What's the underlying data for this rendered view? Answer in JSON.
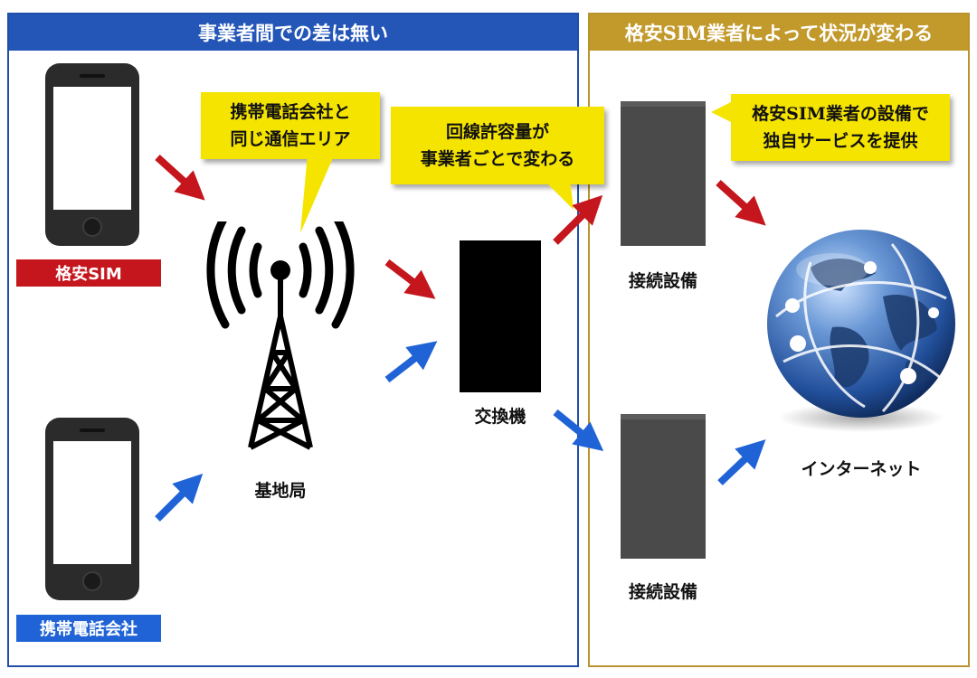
{
  "sections": {
    "left_header": "事業者間での差は無い",
    "right_header": "格安SIM業者によって状況が変わる"
  },
  "phones": {
    "mvno_label": "格安SIM",
    "carrier_label": "携帯電話会社"
  },
  "callouts": {
    "same_area": [
      "携帯電話会社と",
      "同じ通信エリア"
    ],
    "capacity": [
      "回線許容量が",
      "事業者ごとで変わる"
    ],
    "own_service": [
      "格安SIM業者の設備で",
      "独自サービスを提供"
    ]
  },
  "nodes": {
    "base_station": "基地局",
    "switch": "交換機",
    "connection_equipment_top": "接続設備",
    "connection_equipment_bottom": "接続設備",
    "internet": "インターネット"
  },
  "colors": {
    "left_section": "#2456b8",
    "right_section": "#c29a2c",
    "mvno_path": "#c4161c",
    "carrier_path": "#1f63d6",
    "callout": "#f5e400"
  },
  "icons": [
    "smartphone-icon",
    "antenna-tower-icon",
    "server-icon",
    "globe-icon",
    "arrow-icon"
  ]
}
